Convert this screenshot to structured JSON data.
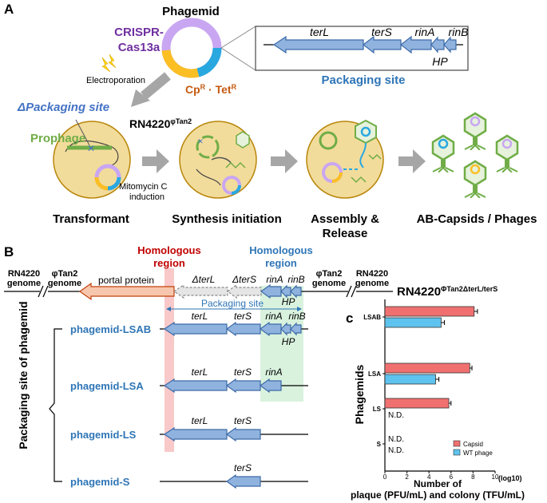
{
  "colors": {
    "gene_fill": "#8fb3de",
    "gene_stroke": "#3d6aa8",
    "portal_fill": "#f7c7ad",
    "portal_stroke": "#c2410c",
    "homolog_red_band": "#f9c9c9",
    "homolog_blue_band": "#d9f2de",
    "blue_label": "#2e75b6",
    "red_label": "#c00000",
    "purple": "#7030a0",
    "orange": "#c55a11",
    "cell_fill": "#f2dc9b",
    "cell_stroke": "#b8860b",
    "phage_green": "#70ad47",
    "arrow_grey": "#a6a6a6",
    "capsid_bar": "#f07070",
    "wt_bar": "#5ec3ee"
  },
  "panel_a": {
    "label": "A",
    "phagemid_title": "Phagemid",
    "crispr_line1": "CRISPR-",
    "crispr_line2": "Cas13a",
    "resistance_cp": "Cp",
    "resistance_sep": "R · Tet",
    "resistance_r": "R",
    "electroporation": "Electroporation",
    "packaging_site_title": "Packaging site",
    "genes": [
      "terL",
      "terS",
      "rinA",
      "rinB",
      "HP"
    ],
    "delta_packaging": "ΔPackaging site",
    "prophage": "Prophage",
    "strain": "RN4220",
    "strain_sup": "φTan2",
    "mitomycin_line1": "Mitomycin C",
    "mitomycin_line2": "induction",
    "stage_labels": [
      "Transformant",
      "Synthesis initiation",
      "Assembly &",
      "Release",
      "AB-Capsids / Phages"
    ]
  },
  "panel_b": {
    "label": "B",
    "homologous_red_line1": "Homologous",
    "homologous_red_line2": "region",
    "homologous_blue_line1": "Homologous",
    "homologous_blue_line2": "region",
    "rn4220_genome_left_1": "RN4220",
    "rn4220_genome_left_2": "genome",
    "phitan2_genome_left_1": "φTan2",
    "phitan2_genome_left_2": "genome",
    "phitan2_genome_right_1": "φTan2",
    "phitan2_genome_right_2": "genome",
    "rn4220_genome_right_1": "RN4220",
    "rn4220_genome_right_2": "genome",
    "portal_protein": "portal protein",
    "delta_terL": "ΔterL",
    "delta_terS": "ΔterS",
    "strain_main": "RN4220",
    "strain_sup": "ΦTan2ΔterL/terS",
    "packaging_site": "Packaging site",
    "side_title": "Packaging site of phagemid",
    "rows": [
      {
        "name": "phagemid-LSAB",
        "genes": [
          "terL",
          "terS",
          "rinA",
          "rinB",
          "HP"
        ]
      },
      {
        "name": "phagemid-LSA",
        "genes": [
          "terL",
          "terS",
          "rinA"
        ]
      },
      {
        "name": "phagemid-LS",
        "genes": [
          "terL",
          "terS"
        ]
      },
      {
        "name": "phagemid-S",
        "genes": [
          "terS"
        ]
      }
    ]
  },
  "panel_c": {
    "label": "c",
    "ylabel": "Phagemids",
    "xlabel_line1": "Number of",
    "xlabel_line2": "plaque (PFU/mL) and colony (TFU/mL)",
    "x_unit": "(log10)",
    "nd_label": "N.D."
  },
  "chart_data": {
    "type": "bar",
    "orientation": "horizontal",
    "categories": [
      "LSAB",
      "LSA",
      "LS",
      "S"
    ],
    "series": [
      {
        "name": "Capsid",
        "values": [
          8.1,
          7.7,
          5.8,
          null
        ],
        "errors": [
          0.3,
          0.2,
          0.2,
          null
        ]
      },
      {
        "name": "WT phage",
        "values": [
          5.1,
          4.6,
          null,
          null
        ],
        "errors": [
          0.3,
          0.3,
          null,
          null
        ]
      }
    ],
    "nd": [
      {
        "category": "LS",
        "series": "WT phage"
      },
      {
        "category": "S",
        "series": "Capsid"
      },
      {
        "category": "S",
        "series": "WT phage"
      }
    ],
    "xlim": [
      0,
      10
    ],
    "xticks": [
      0,
      2,
      4,
      6,
      8,
      10
    ],
    "legend_position": "bottom-right",
    "grid": false
  }
}
